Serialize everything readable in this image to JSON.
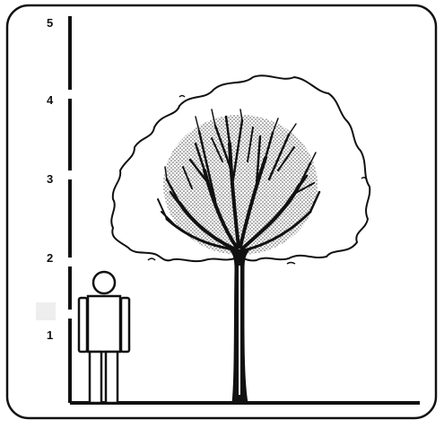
{
  "scale": {
    "labels": [
      "1",
      "2",
      "3",
      "4",
      "5"
    ],
    "unit_levels": [
      1,
      2,
      3,
      4,
      5
    ]
  },
  "figure": {
    "person_height_units": 1.7,
    "tree_height_units": 4.0,
    "crown_foliage": "outline",
    "crown_branches": "shaded",
    "colors": {
      "ink": "#111111",
      "background": "#ffffff",
      "shading": "#555555"
    }
  }
}
